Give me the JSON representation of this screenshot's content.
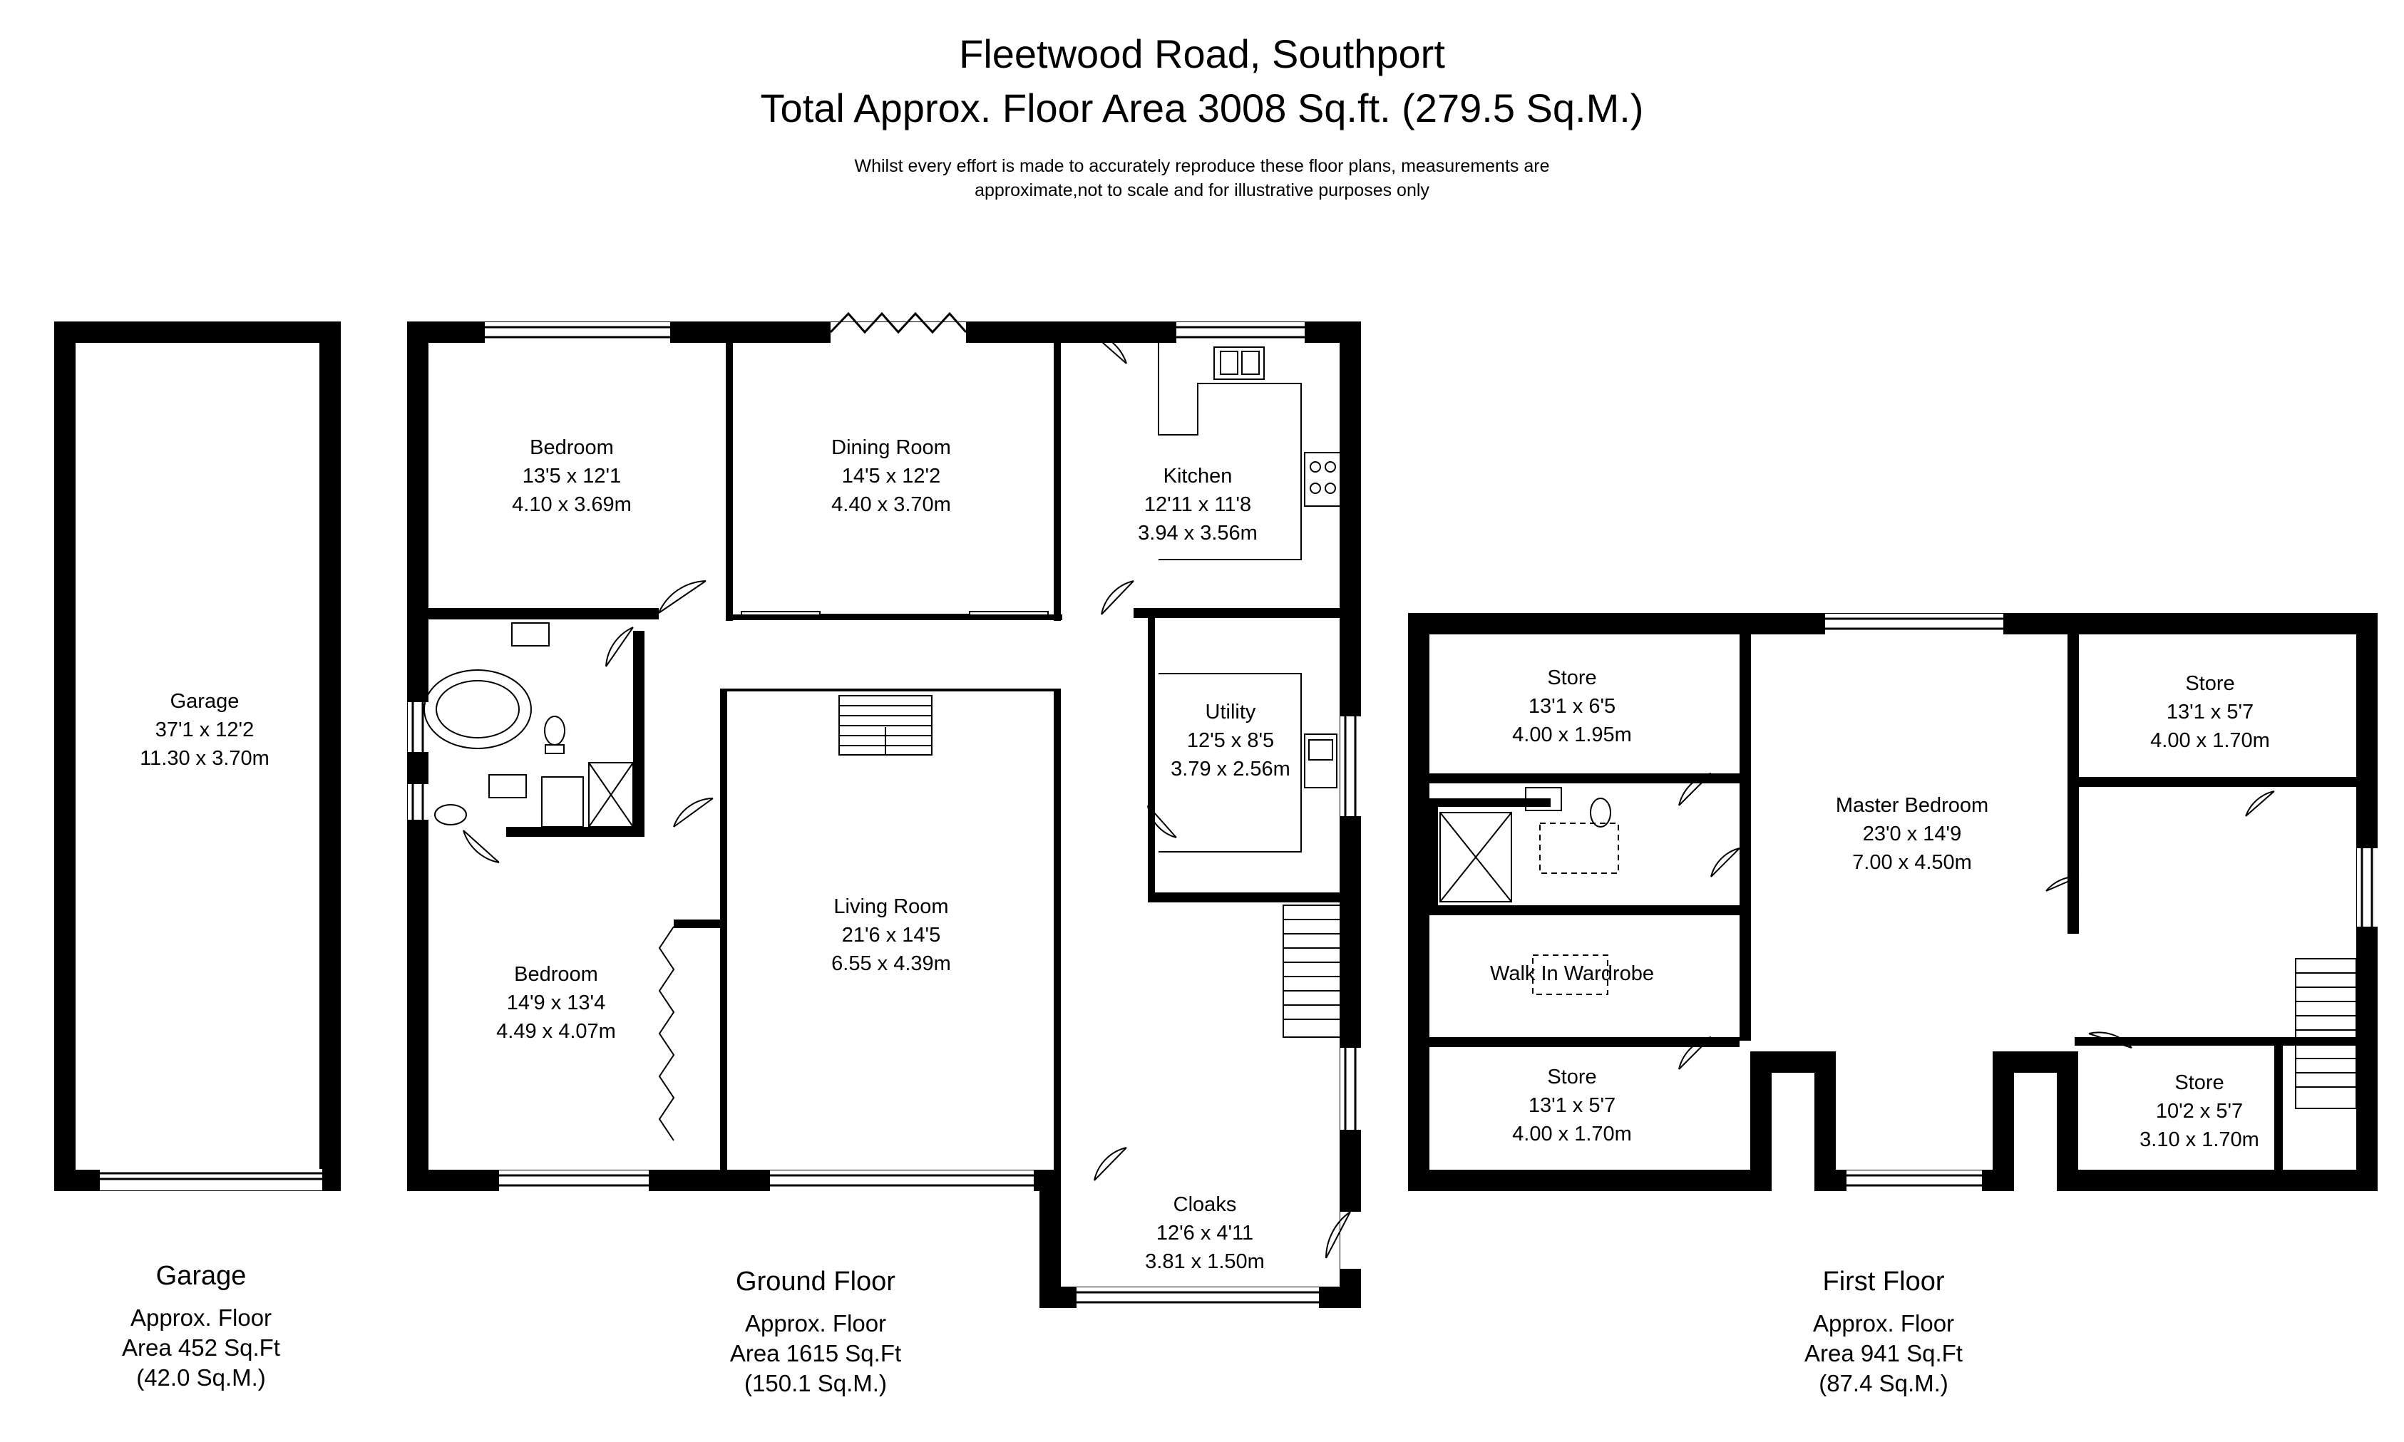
{
  "header": {
    "title": "Fleetwood Road, Southport",
    "total_area": "Total Approx. Floor Area 3008 Sq.ft. (279.5 Sq.M.)",
    "disclaimer_line1": "Whilst every effort is made to accurately reproduce these floor plans, measurements are",
    "disclaimer_line2": "approximate,not to scale and for illustrative purposes only"
  },
  "rooms": {
    "garage": {
      "name": "Garage",
      "imperial": "37'1 x 12'2",
      "metric": "11.30 x 3.70m"
    },
    "bedroom1": {
      "name": "Bedroom",
      "imperial": "13'5 x 12'1",
      "metric": "4.10 x 3.69m"
    },
    "dining": {
      "name": "Dining Room",
      "imperial": "14'5 x 12'2",
      "metric": "4.40 x 3.70m"
    },
    "kitchen": {
      "name": "Kitchen",
      "imperial": "12'11 x 11'8",
      "metric": "3.94 x 3.56m"
    },
    "utility": {
      "name": "Utility",
      "imperial": "12'5 x 8'5",
      "metric": "3.79 x 2.56m"
    },
    "living": {
      "name": "Living Room",
      "imperial": "21'6 x 14'5",
      "metric": "6.55 x 4.39m"
    },
    "bedroom2": {
      "name": "Bedroom",
      "imperial": "14'9 x 13'4",
      "metric": "4.49 x 4.07m"
    },
    "cloaks": {
      "name": "Cloaks",
      "imperial": "12'6 x 4'11",
      "metric": "3.81 x 1.50m"
    },
    "store1": {
      "name": "Store",
      "imperial": "13'1 x 6'5",
      "metric": "4.00 x 1.95m"
    },
    "master": {
      "name": "Master Bedroom",
      "imperial": "23'0 x 14'9",
      "metric": "7.00 x 4.50m"
    },
    "store2": {
      "name": "Store",
      "imperial": "13'1 x 5'7",
      "metric": "4.00 x 1.70m"
    },
    "wardrobe": {
      "name": "Walk In Wardrobe"
    },
    "store3": {
      "name": "Store",
      "imperial": "13'1 x 5'7",
      "metric": "4.00 x 1.70m"
    },
    "store4": {
      "name": "Store",
      "imperial": "10'2 x 5'7",
      "metric": "3.10 x 1.70m"
    }
  },
  "floors": {
    "garage": {
      "name": "Garage",
      "area_line1": "Approx. Floor",
      "area_line2": "Area 452 Sq.Ft",
      "area_line3": "(42.0 Sq.M.)"
    },
    "ground": {
      "name": "Ground Floor",
      "area_line1": "Approx. Floor",
      "area_line2": "Area 1615 Sq.Ft",
      "area_line3": "(150.1 Sq.M.)"
    },
    "first": {
      "name": "First Floor",
      "area_line1": "Approx. Floor",
      "area_line2": "Area 941 Sq.Ft",
      "area_line3": "(87.4 Sq.M.)"
    }
  }
}
